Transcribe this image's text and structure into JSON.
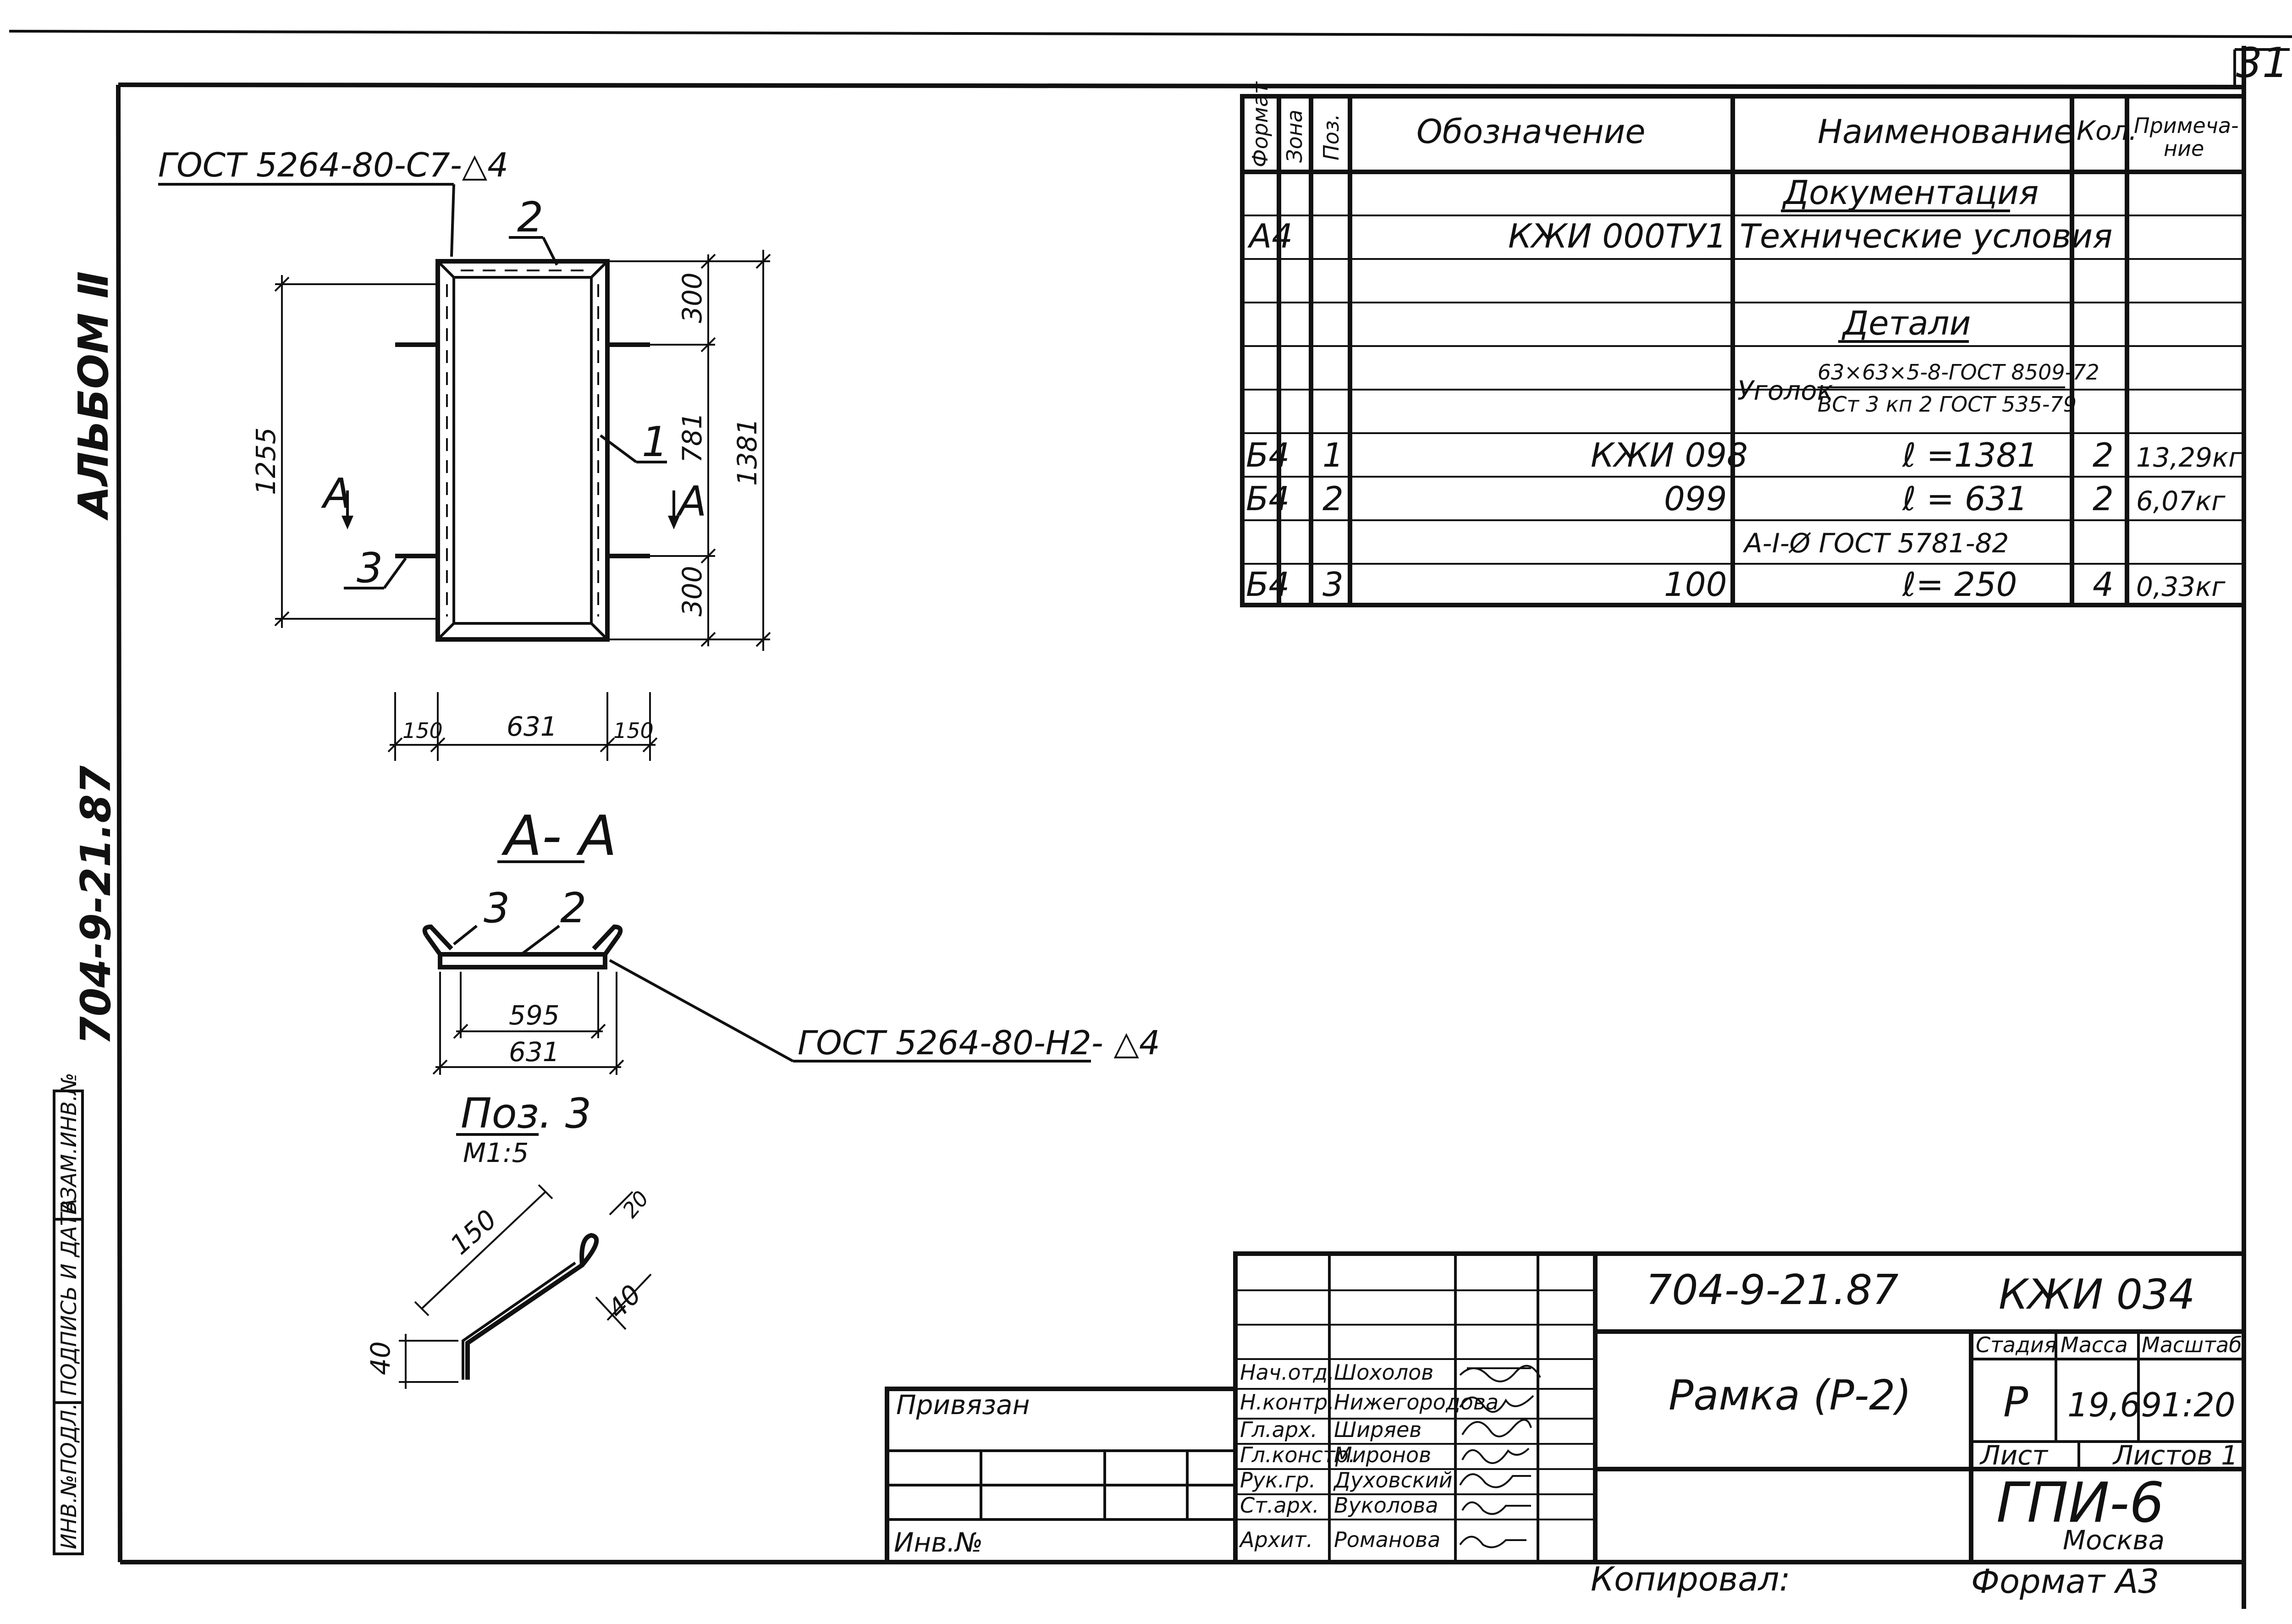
{
  "sheet_number": "31",
  "left_margin": {
    "album_code": "АЛЬБОМ Ⅱ",
    "project_code": "704-9-21.87",
    "stamp_headers": [
      "ИНВ.№ПОДЛ.",
      "ПОДПИСЬ И ДАТА",
      "ВЗАМ.ИНВ.№"
    ]
  },
  "frame_view": {
    "weld_callout": "ГОСТ 5264-80-С7-△4",
    "pos_labels": {
      "p1": "1",
      "p2": "2",
      "p3": "3"
    },
    "section_marks": {
      "left": "А",
      "right": "А"
    },
    "dims": {
      "top": "300",
      "middle": "781",
      "bottom": "300",
      "overall": "1381",
      "left_total": "1255",
      "side_left": "150",
      "width": "631",
      "side_right": "150"
    }
  },
  "section_view": {
    "title": "А- А",
    "pos_labels": {
      "p3": "3",
      "p2": "2"
    },
    "dims": {
      "inner": "595",
      "outer": "631"
    },
    "weld_callout": "ГОСТ 5264-80-Н2- △4"
  },
  "pos3_view": {
    "title": "Поз. 3",
    "scale": "М1:5",
    "dims": {
      "length": "150",
      "bend": "20",
      "hook": "40",
      "leg": "40"
    }
  },
  "spec_table": {
    "headers": {
      "format": "Формат",
      "zone": "Зона",
      "pos": "Поз.",
      "designation": "Обозначение",
      "name": "Наименование",
      "qty": "Кол.",
      "note_line1": "Примеча-",
      "note_line2": "ние"
    },
    "rows": [
      {
        "format": "",
        "pos": "",
        "designation": "",
        "name": "Документация",
        "qty": "",
        "note": ""
      },
      {
        "format": "А4",
        "pos": "",
        "designation": "КЖИ 000ТУ1",
        "name": "Технические условия",
        "qty": "",
        "note": ""
      },
      {
        "format": "",
        "pos": "",
        "designation": "",
        "name": "",
        "qty": "",
        "note": ""
      },
      {
        "format": "",
        "pos": "",
        "designation": "",
        "name": "Детали",
        "qty": "",
        "note": ""
      },
      {
        "format": "",
        "pos": "",
        "designation": "",
        "name": "",
        "qty": "",
        "note": ""
      },
      {
        "format": "Б4",
        "pos": "1",
        "designation": "КЖИ 098",
        "name": "ℓ =1381",
        "qty": "2",
        "note": "13,29кг"
      },
      {
        "format": "Б4",
        "pos": "2",
        "designation": "099",
        "name": "ℓ = 631",
        "qty": "2",
        "note": "6,07кг"
      },
      {
        "format": "",
        "pos": "",
        "designation": "",
        "name": "А-I-Ø ГОСТ 5781-82",
        "qty": "",
        "note": ""
      },
      {
        "format": "Б4",
        "pos": "3",
        "designation": "100",
        "name": "ℓ= 250",
        "qty": "4",
        "note": "0,33кг"
      }
    ],
    "angle_label": "Уголок",
    "angle_line1": "63×63×5-8-ГОСТ 8509-72",
    "angle_line2": "ВСт 3 кп 2 ГОСТ 535-79"
  },
  "title_block": {
    "project_code": "704-9-21.87",
    "doc_code": "КЖИ 034",
    "title": "Рамка (Р-2)",
    "stage_header": "Стадия",
    "mass_header": "Масса",
    "scale_header": "Масштаб",
    "stage": "Р",
    "mass": "19,69",
    "scale": "1:20",
    "sheet_label": "Лист",
    "sheets_label": "Листов 1",
    "org": "ГПИ-6",
    "city": "Москва",
    "tied_label": "Привязан",
    "inv_label": "Инв.№",
    "signatures": [
      {
        "role": "Нач.отд.",
        "name": "Шохолов"
      },
      {
        "role": "Н.контр.",
        "name": "Нижегородова"
      },
      {
        "role": "Гл.арх.",
        "name": "Ширяев"
      },
      {
        "role": "Гл.констр.",
        "name": "Миронов"
      },
      {
        "role": "Рук.гр.",
        "name": "Духовский"
      },
      {
        "role": "Ст.арх.",
        "name": "Вуколова"
      },
      {
        "role": "Архит.",
        "name": "Романова"
      }
    ],
    "copied_label": "Копировал:",
    "format_label": "Формат А3"
  },
  "colors": {
    "ink": "#111111",
    "paper": "#ffffff"
  }
}
